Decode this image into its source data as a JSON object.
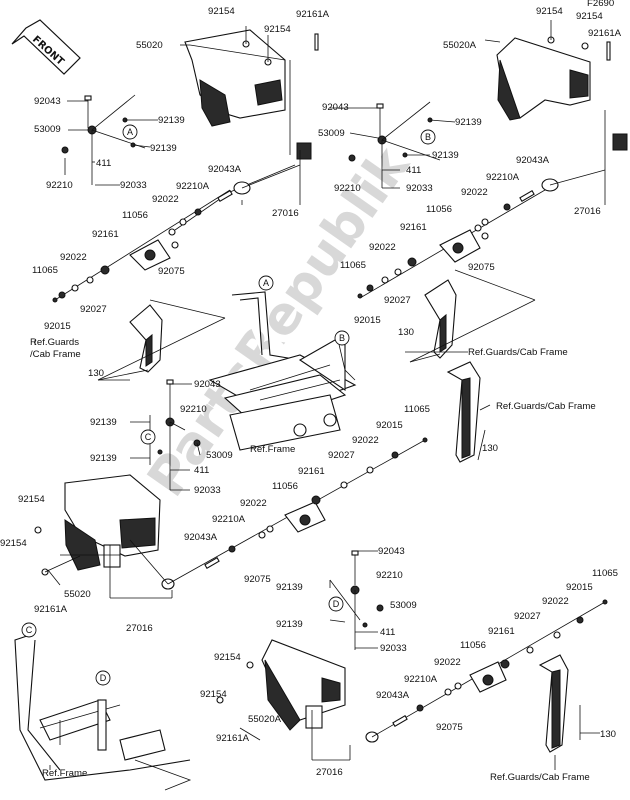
{
  "watermark": "PartsRepublik",
  "front_label": "FRONT",
  "code": "F2690",
  "ref_guards": "Ref.Guards/Cab Frame",
  "ref_guards_1": "Ref.Guards",
  "ref_guards_2": "/Cab Frame",
  "ref_frame": "Ref.Frame",
  "circles": {
    "a": "A",
    "b": "B",
    "c": "C",
    "d": "D"
  },
  "parts": {
    "p92154": "92154",
    "p92161A": "92161A",
    "p55020": "55020",
    "p55020A": "55020A",
    "p92043": "92043",
    "p92043A": "92043A",
    "p53009": "53009",
    "p92139": "92139",
    "p411": "411",
    "p92210": "92210",
    "p92210A": "92210A",
    "p92033": "92033",
    "p92022": "92022",
    "p11056": "11056",
    "p27016": "27016",
    "p92161": "92161",
    "p11065": "11065",
    "p92015": "92015",
    "p92027": "92027",
    "p92075": "92075",
    "p130": "130"
  }
}
